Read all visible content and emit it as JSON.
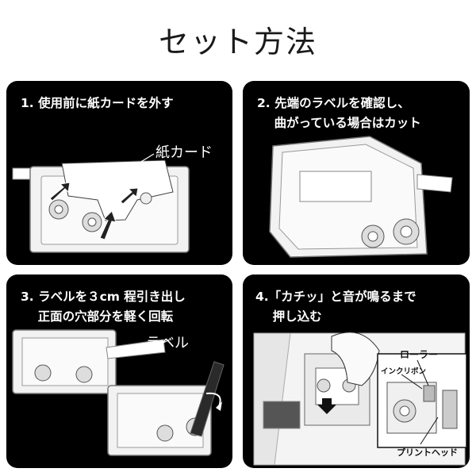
{
  "title": "セット方法",
  "steps": [
    {
      "text": "1. 使用前に紙カードを外す",
      "callout": "紙カード"
    },
    {
      "text": "2. 先端のラベルを確認し、\n    曲がっている場合はカット"
    },
    {
      "text": "3. ラベルを３cm 程引き出し\n    正面の穴部分を軽く回転",
      "callout": "ラベル"
    },
    {
      "text": "4.「カチッ」と音が鳴るまで\n    押し込む",
      "callouts": [
        "ローラー",
        "インクリボン",
        "プリントヘッド"
      ]
    }
  ]
}
